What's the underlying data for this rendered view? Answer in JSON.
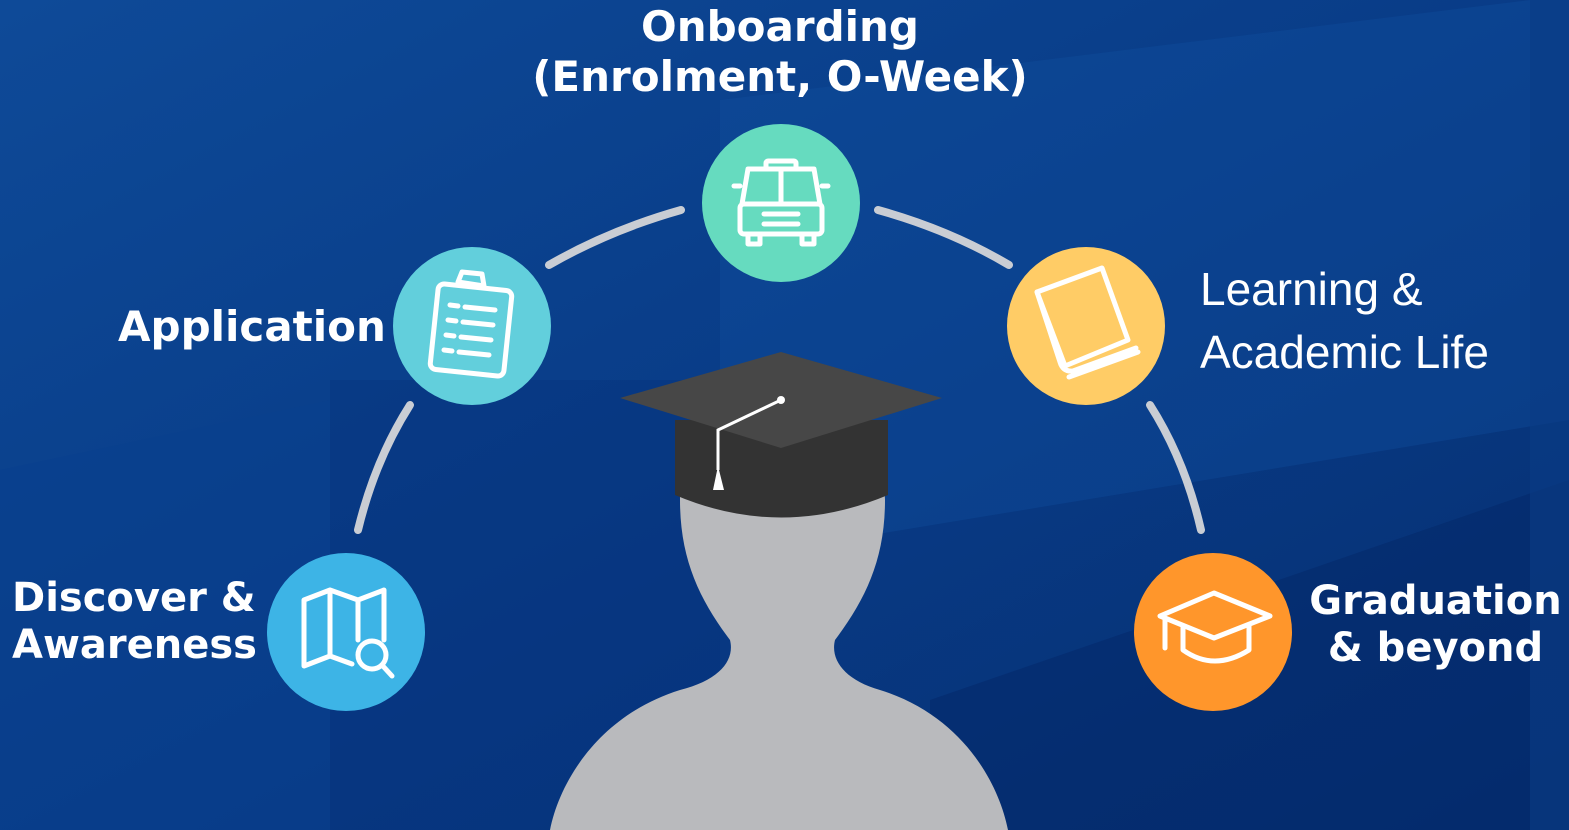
{
  "stages": {
    "discover": {
      "line1": "Discover &",
      "line2": "Awareness",
      "color": "#3db4e6",
      "icon": "map-search-icon"
    },
    "application": {
      "line1": "Application",
      "color": "#62cfdc",
      "icon": "clipboard-icon"
    },
    "onboarding": {
      "line1": "Onboarding",
      "line2": "(Enrolment, O-Week)",
      "color": "#66dbbf",
      "icon": "bus-icon"
    },
    "learning": {
      "line1": "Learning &",
      "line2": "Academic Life",
      "color": "#ffcc66",
      "icon": "book-icon"
    },
    "graduation": {
      "line1": "Graduation",
      "line2": "& beyond",
      "color": "#ff962b",
      "icon": "graduation-cap-icon"
    }
  },
  "colors": {
    "background": "#0b3c8a",
    "arc": "#c9cdd4",
    "person": "#b9babd",
    "cap": "#333333",
    "cap_top": "#474747",
    "text": "#ffffff"
  }
}
